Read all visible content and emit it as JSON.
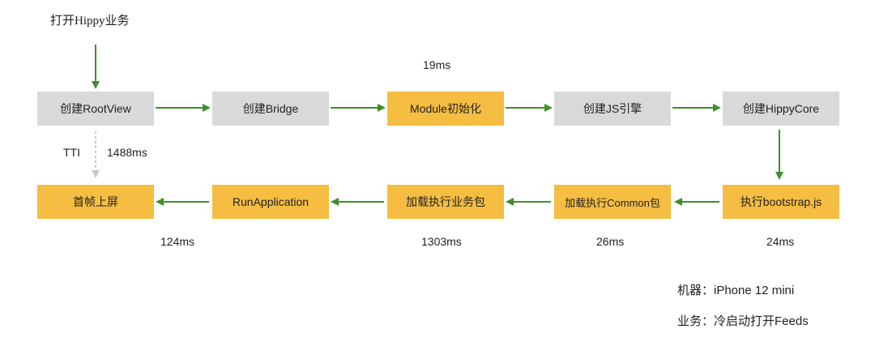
{
  "header": {
    "title": "打开Hippy业务"
  },
  "colors": {
    "arrow": "#3e8f2a",
    "gray_node": "#d9d9d9",
    "yellow_node": "#f5bd41",
    "dashed": "#c8c8c8"
  },
  "nodes": {
    "root_view": "创建RootView",
    "bridge": "创建Bridge",
    "module_init": "Module初始化",
    "js_engine": "创建JS引擎",
    "hippy_core": "创建HippyCore",
    "bootstrap": "执行bootstrap.js",
    "common_pkg": "加载执行Common包",
    "biz_pkg": "加载执行业务包",
    "run_app": "RunApplication",
    "first_frame": "首帧上屏"
  },
  "timings": {
    "module_init": "19ms",
    "tti_label": "TTI",
    "tti": "1488ms",
    "run_app": "124ms",
    "biz_pkg": "1303ms",
    "common_pkg": "26ms",
    "bootstrap": "24ms"
  },
  "info": {
    "device": "机器：iPhone 12 mini",
    "scenario": "业务：冷启动打开Feeds"
  }
}
